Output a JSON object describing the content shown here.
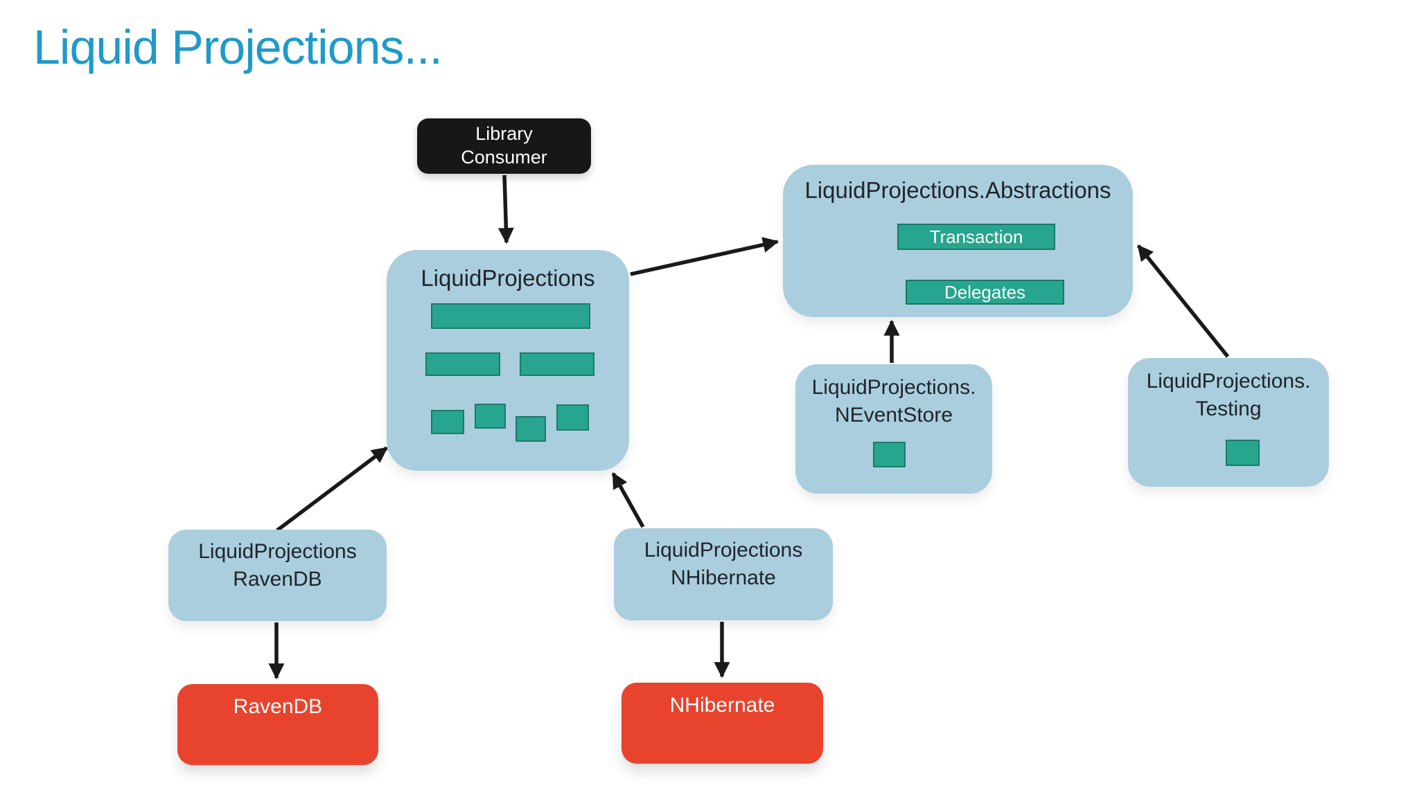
{
  "title": "Liquid Projections...",
  "colors": {
    "title_blue": "#1F9AC9",
    "node_blue": "#AACEDD",
    "teal": "#27A58F",
    "red": "#E8432D",
    "black": "#171717",
    "arrow": "#1A1A1A",
    "text_dark": "#20242C",
    "text_light": "#FFFFFF"
  },
  "nodes": {
    "library_consumer": {
      "lines": [
        "Library",
        "Consumer"
      ]
    },
    "liquid_projections": {
      "label": "LiquidProjections"
    },
    "abstractions": {
      "label": "LiquidProjections.Abstractions",
      "members": [
        "Transaction",
        "Delegates"
      ]
    },
    "neventstore": {
      "lines": [
        "LiquidProjections.",
        "NEventStore"
      ]
    },
    "testing": {
      "lines": [
        "LiquidProjections.",
        "Testing"
      ]
    },
    "lp_ravendb": {
      "lines": [
        "LiquidProjections",
        "RavenDB"
      ]
    },
    "lp_nhibernate": {
      "lines": [
        "LiquidProjections",
        "NHibernate"
      ]
    },
    "ravendb": {
      "label": "RavenDB"
    },
    "nhibernate": {
      "label": "NHibernate"
    }
  }
}
